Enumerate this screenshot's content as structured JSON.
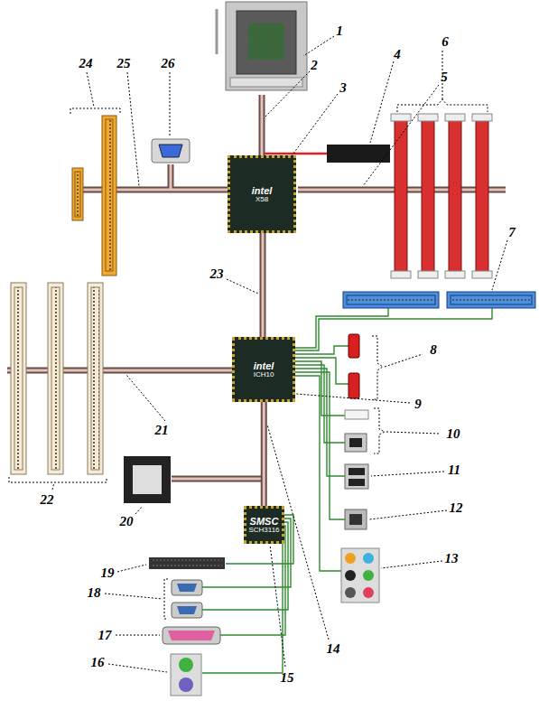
{
  "diagram": {
    "nodes": [
      {
        "text": [
          "intel",
          "X58"
        ]
      },
      {
        "text": [
          "intel",
          "ICH10"
        ]
      },
      {
        "text": [
          "SMSC",
          "SCH3116"
        ]
      }
    ],
    "edges": [
      {
        "from": 0,
        "to": 1,
        "arrow": "none"
      },
      {
        "from": 1,
        "to": 2,
        "arrow": "none"
      }
    ],
    "labels": [
      "1",
      "2",
      "3",
      "4",
      "5",
      "6",
      "7",
      "8",
      "9",
      "10",
      "11",
      "12",
      "13",
      "14",
      "15",
      "16",
      "17",
      "18",
      "19",
      "20",
      "21",
      "22",
      "23",
      "24",
      "25",
      "26"
    ]
  }
}
